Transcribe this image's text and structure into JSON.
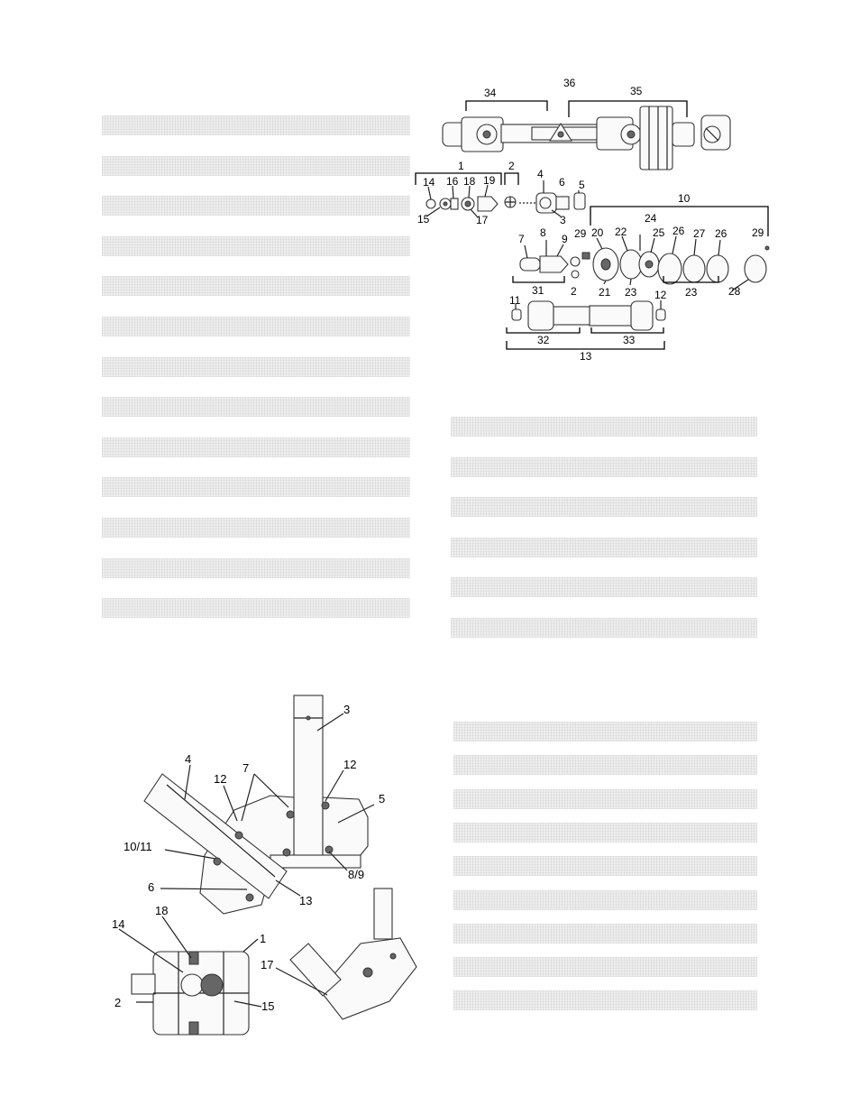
{
  "tables": {
    "parts_list_left": {
      "rows": [
        "",
        "",
        "",
        "",
        "",
        "",
        "",
        "",
        "",
        "",
        "",
        "",
        ""
      ]
    },
    "parts_list_right_upper": {
      "rows": [
        "",
        "",
        "",
        "",
        "",
        ""
      ]
    },
    "parts_list_right_lower": {
      "rows": [
        "",
        "",
        "",
        "",
        "",
        "",
        "",
        "",
        ""
      ]
    }
  },
  "drive_shaft_diagram": {
    "assembly_callouts": [
      "34",
      "36",
      "35"
    ],
    "exploded_callouts": [
      "1",
      "14",
      "16",
      "18",
      "19",
      "15",
      "17",
      "2",
      "4",
      "6",
      "5",
      "3",
      "10",
      "24",
      "7",
      "8",
      "9",
      "29",
      "20",
      "22",
      "25",
      "26",
      "27",
      "26",
      "29",
      "31",
      "2",
      "21",
      "23",
      "23",
      "28",
      "11",
      "12",
      "32",
      "33",
      "13"
    ]
  },
  "gearbox_diagram": {
    "callouts": [
      "3",
      "4",
      "12",
      "7",
      "12",
      "5",
      "10/11",
      "8/9",
      "6",
      "13",
      "18",
      "14",
      "1",
      "17",
      "2",
      "15"
    ]
  }
}
